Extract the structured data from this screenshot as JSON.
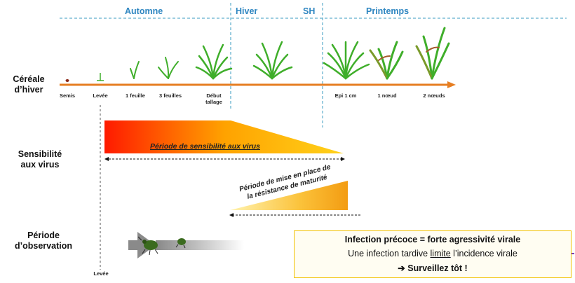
{
  "seasons": {
    "autumn": "Automne",
    "winter": "Hiver",
    "sh": "SH",
    "spring": "Printemps"
  },
  "rows": {
    "cereal": [
      "Céréale",
      "d’hiver"
    ],
    "sensitivity": [
      "Sensibilité",
      "aux virus"
    ],
    "observation": [
      "Période",
      "d’observation"
    ]
  },
  "stages": [
    {
      "label": "Semis"
    },
    {
      "label": "Levée"
    },
    {
      "label": "1 feuille"
    },
    {
      "label": "3 feuilles"
    },
    {
      "label": "Début tallage"
    },
    {
      "label": "Epi 1 cm"
    },
    {
      "label": "1 nœud"
    },
    {
      "label": "2 nœuds"
    }
  ],
  "sensitivity_label": "Période de sensibilité aux virus",
  "maturity_label": [
    "Période de mise en place de",
    "la résistance de maturité"
  ],
  "observation_marker": "Levée",
  "info": {
    "title": "Infection précoce = forte agressivité virale",
    "line2_before": "Une infection tardive ",
    "line2_underlined": "limite",
    "line2_after": " l’incidence virale",
    "line3": "Surveillez tôt !",
    "arrow": "➔"
  },
  "colors": {
    "season_blue": "#2e86c1",
    "timeline_orange": "#e67e22",
    "gradient_red": "#ff1a00",
    "gradient_yellow": "#ffd21a",
    "info_border": "#f2c200",
    "plant_green": "#3fae2a"
  },
  "icons": [
    "lightbulb-icon",
    "virus-icon",
    "aphid-icon",
    "arrow-right-icon"
  ]
}
